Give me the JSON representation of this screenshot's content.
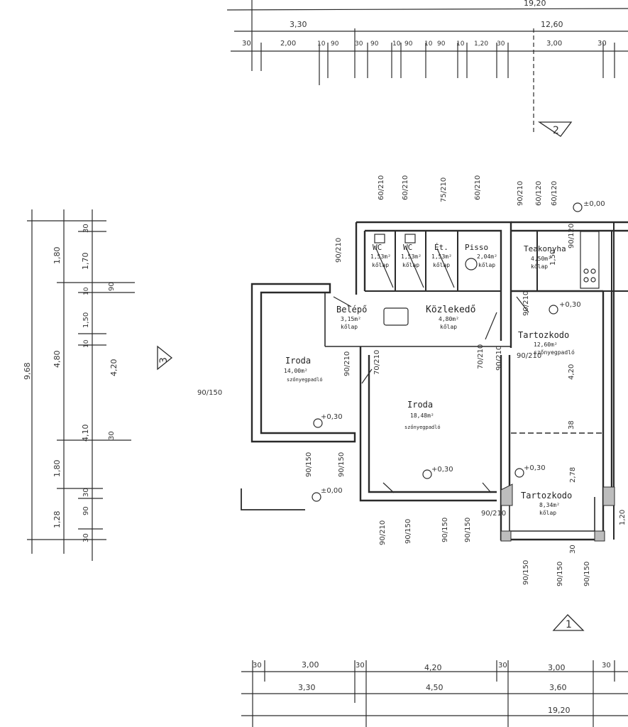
{
  "colors": {
    "ink": "#2a2a2a",
    "paper": "#ffffff",
    "fill": "#bdbdbd"
  },
  "top_dims": {
    "row1": [
      "19,20"
    ],
    "row2": [
      "3,30",
      "12,60"
    ],
    "row3": [
      "30",
      "2,00",
      "10",
      "90",
      "30",
      "90",
      "10",
      "90",
      "10",
      "90",
      "10",
      "1,20",
      "30",
      "3,00",
      "30"
    ]
  },
  "bottom_dims": {
    "row1": [
      "30",
      "3,00",
      "30",
      "4,20",
      "30",
      "3,00",
      "30"
    ],
    "row2": [
      "3,30",
      "4,50",
      "3,60"
    ],
    "row3": [
      "19,20"
    ]
  },
  "left_dims": {
    "total": "9,68",
    "col1": [
      "1,80",
      "4,80",
      "1,80",
      "1,28"
    ],
    "col2": [
      "1,70",
      "4,10",
      "90"
    ],
    "col3": [
      "30",
      "10",
      "1,50",
      "10",
      "4,20",
      "30",
      "30",
      "90",
      "30"
    ]
  },
  "section_marks": [
    "2",
    "3",
    "1"
  ],
  "levels": [
    "±0,00",
    "±0,00",
    "+0,30",
    "+0,30",
    "+0,30",
    "+0,30"
  ],
  "rooms": [
    {
      "name": "WC",
      "area": "1,53m²",
      "floor": "kőlap"
    },
    {
      "name": "WC",
      "area": "1,53m²",
      "floor": "kőlap"
    },
    {
      "name": "Ét.",
      "area": "1,53m²",
      "floor": "kőlap"
    },
    {
      "name": "Pisso",
      "area": "2,04m²",
      "floor": "kőlap"
    },
    {
      "name": "Teakonyha",
      "area": "4,50m²",
      "floor": "kőlap"
    },
    {
      "name": "Belépő",
      "area": "3,15m²",
      "floor": "kőlap"
    },
    {
      "name": "Közlekedő",
      "area": "4,80m²",
      "floor": "kőlap"
    },
    {
      "name": "Tartozkodo",
      "area": "12,60m²",
      "floor": "szőnyegpadló"
    },
    {
      "name": "Iroda",
      "area": "14,00m²",
      "floor": "szőnyegpadló"
    },
    {
      "name": "Iroda",
      "area": "18,48m²",
      "floor": "szőnyegpadló"
    },
    {
      "name": "Tartozkodo",
      "area": "8,34m²",
      "floor": "kőlap"
    }
  ],
  "openings_top": [
    "60/210",
    "60/210",
    "75/210",
    "60/210",
    "90/210",
    "60/120"
  ],
  "openings_bottom": [
    "90/210",
    "90/150",
    "90/150",
    "90/150",
    "90/150",
    "90/150",
    "90/150"
  ],
  "openings_misc": [
    "90/210",
    "90/150",
    "90/150",
    "90/150",
    "90/210",
    "90/210",
    "70/210",
    "70/210",
    "90/210",
    "90/210",
    "90/120",
    "60/120",
    "90/210",
    "1,50",
    "4,20",
    "2,78",
    "38",
    "30",
    "1,20"
  ]
}
